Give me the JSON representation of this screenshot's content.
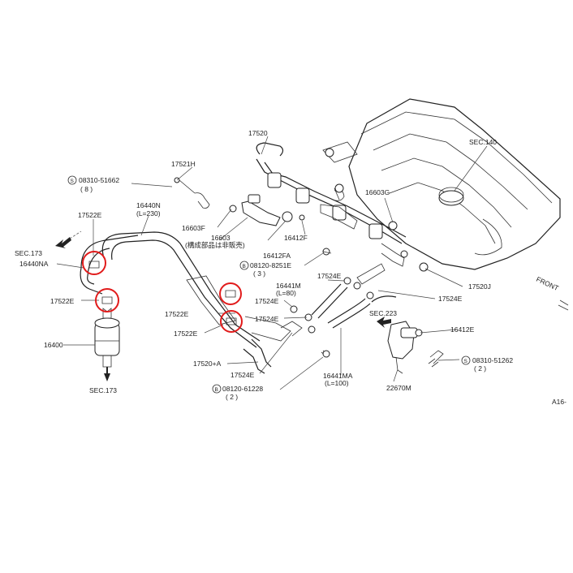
{
  "labels": {
    "p17520": "17520",
    "sec140": "SEC.140",
    "p17521h": "17521H",
    "bolt_08310_51662": "08310-51662",
    "bolt_08310_51662_qty": "( 8 )",
    "p16440n": "16440N",
    "p16440n_len": "(L=230)",
    "p17522e_a": "17522E",
    "sec173_top": "SEC.173",
    "p16440na": "16440NA",
    "p16603f": "16603F",
    "p16603": "16603",
    "not_for_sale_note": "(構成部品は非販売)",
    "p16412fa": "16412FA",
    "p16412f": "16412F",
    "p16603g": "16603G",
    "bolt_08120_8251e": "08120-8251E",
    "bolt_08120_8251e_qty": "( 3 )",
    "p16441m": "16441M",
    "p16441m_len": "(L=80)",
    "p17524e_a": "17524E",
    "p17524e_b": "17524E",
    "p17524e_c": "17524E",
    "p17524e_d": "17524E",
    "p17520j": "17520J",
    "sec223": "SEC.223",
    "p17522e_b": "17522E",
    "p17522e_c": "17522E",
    "p17522e_d": "17522E",
    "p16400": "16400",
    "p16412e": "16412E",
    "p17520a": "17520+A",
    "sec173_bottom": "SEC.173",
    "p16441ma": "16441MA",
    "p16441ma_len": "(L=100)",
    "bolt_08120_61228": "08120-61228",
    "bolt_08120_61228_qty": "( 2 )",
    "bolt_08310_51262": "08310-51262",
    "bolt_08310_51262_qty": "( 2 )",
    "p22670m": "22670M",
    "front": "FRONT",
    "ref_code": "A16-",
    "bolt_symbol_s": "S",
    "bolt_symbol_b": "B"
  },
  "colors": {
    "highlight": "#e11b1b",
    "line": "#222222"
  }
}
